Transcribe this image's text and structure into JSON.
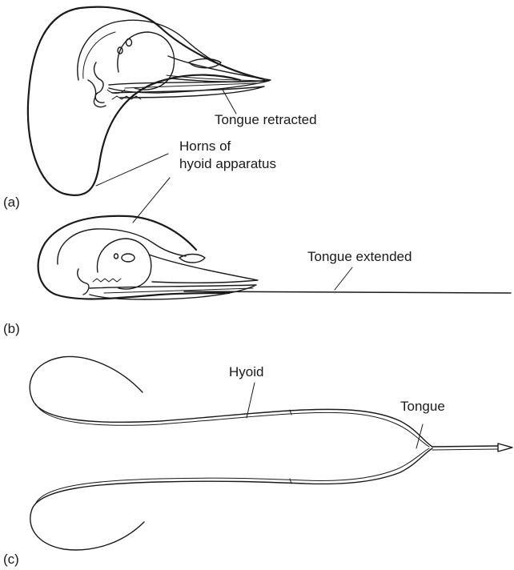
{
  "panels": {
    "a": {
      "marker": "(a)",
      "tongue_label": "Tongue retracted",
      "horns_label_line1": "Horns of",
      "horns_label_line2": "hyoid apparatus"
    },
    "b": {
      "marker": "(b)",
      "tongue_label": "Tongue extended"
    },
    "c": {
      "marker": "(c)",
      "hyoid_label": "Hyoid",
      "tongue_label": "Tongue"
    }
  },
  "colors": {
    "ink": "#1a1a1a",
    "background": "#ffffff"
  },
  "icons": [
    "woodpecker-skull-illustration",
    "hyoid-apparatus-illustration"
  ]
}
